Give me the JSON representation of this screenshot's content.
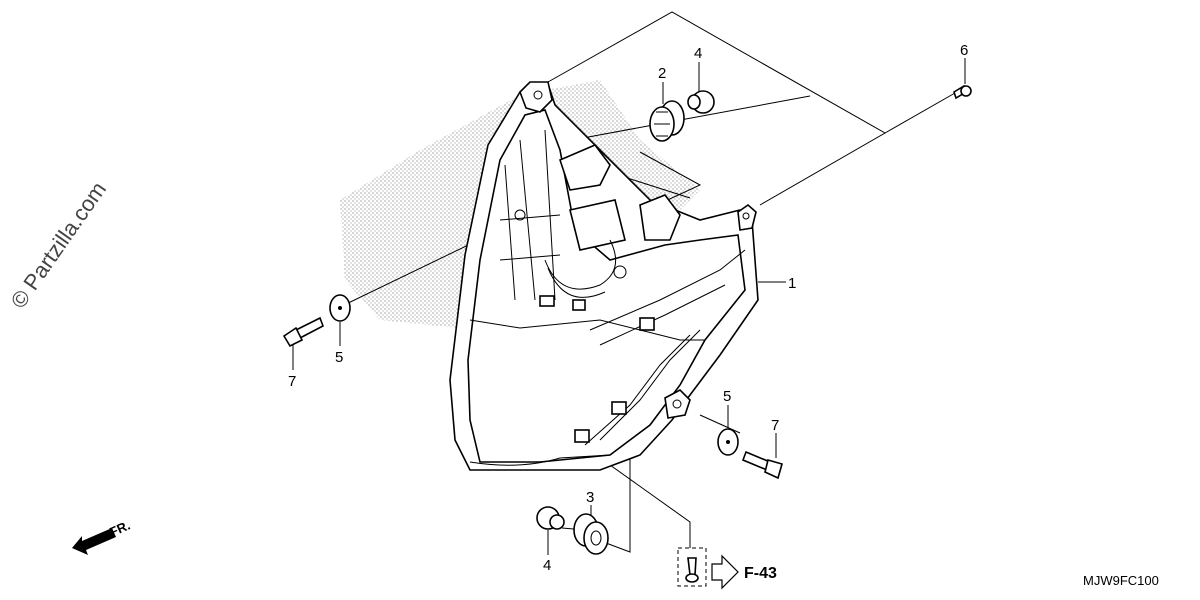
{
  "watermark": "© Partzilla.com",
  "diagram_code": "MJW9FC100",
  "reference": {
    "label": "F-43"
  },
  "direction": {
    "label": "FR."
  },
  "callouts": {
    "c1": "1",
    "c2": "2",
    "c3": "3",
    "c4a": "4",
    "c4b": "4",
    "c5a": "5",
    "c5b": "5",
    "c6": "6",
    "c7a": "7",
    "c7b": "7"
  }
}
